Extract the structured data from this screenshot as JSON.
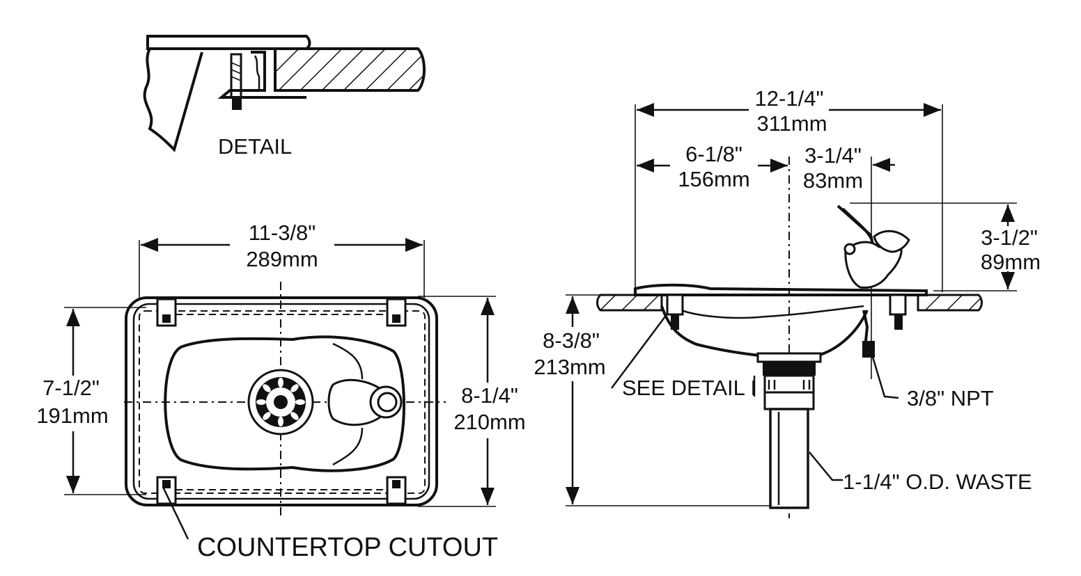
{
  "detail_view": {
    "label": "DETAIL"
  },
  "plan_view": {
    "width_dim": {
      "imperial": "11-3/8\"",
      "metric": "289mm"
    },
    "inner_height_dim": {
      "imperial": "7-1/2\"",
      "metric": "191mm"
    },
    "outer_height_dim": {
      "imperial": "8-1/4\"",
      "metric": "210mm"
    },
    "callout": "COUNTERTOP CUTOUT"
  },
  "side_view": {
    "overall_width_dim": {
      "imperial": "12-1/4\"",
      "metric": "311mm"
    },
    "drain_offset_dim": {
      "imperial": "6-1/8\"",
      "metric": "156mm"
    },
    "bubbler_offset_dim": {
      "imperial": "3-1/4\"",
      "metric": "83mm"
    },
    "bubbler_height_dim": {
      "imperial": "3-1/2\"",
      "metric": "89mm"
    },
    "overall_depth_dim": {
      "imperial": "8-3/8\"",
      "metric": "213mm"
    },
    "detail_callout": "SEE DETAIL I",
    "supply_callout": "3/8\" NPT",
    "waste_callout": "1-1/4\" O.D. WASTE"
  }
}
